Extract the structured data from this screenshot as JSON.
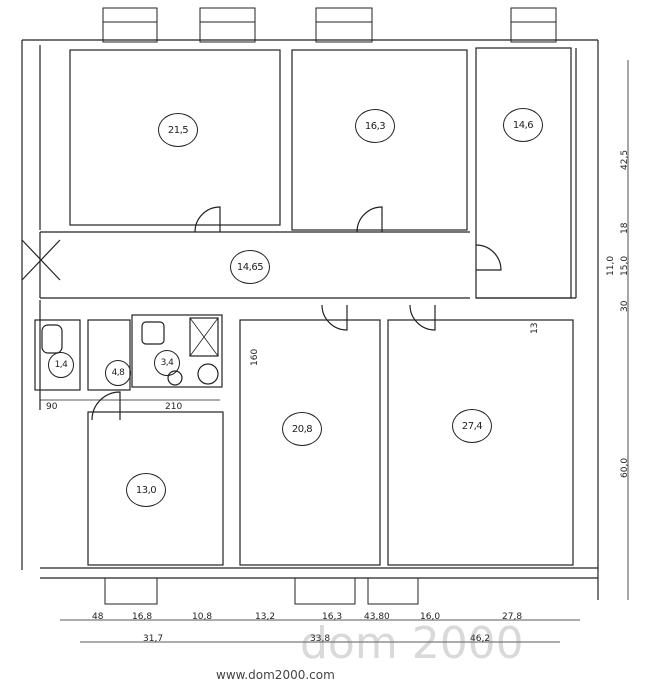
{
  "rooms": [
    {
      "id": "r1",
      "area": "21,5"
    },
    {
      "id": "r2",
      "area": "16,3"
    },
    {
      "id": "r3",
      "area": "14,6"
    },
    {
      "id": "corridor",
      "area": "14,65"
    },
    {
      "id": "wc",
      "area": "1,4"
    },
    {
      "id": "hall",
      "area": "4,8"
    },
    {
      "id": "bath",
      "area": "3,4"
    },
    {
      "id": "r4",
      "area": "20,8"
    },
    {
      "id": "r5",
      "area": "27,4"
    },
    {
      "id": "r6",
      "area": "13,0"
    }
  ],
  "dims_bottom_row1": [
    "48",
    "16,8",
    "10,8",
    "13,2",
    "16,3",
    "43,80",
    "16,0",
    "27,8"
  ],
  "dims_bottom_row2": [
    "31,7",
    "33,8",
    "46,2"
  ],
  "dims_inner": [
    "90",
    "210"
  ],
  "dims_right": [
    "42,5",
    "18",
    "15,0",
    "11,0",
    "30",
    "60,0"
  ],
  "dims_vertical_inner": [
    "160",
    "13"
  ],
  "watermark": "dom 2000",
  "url": "www.dom2000.com"
}
